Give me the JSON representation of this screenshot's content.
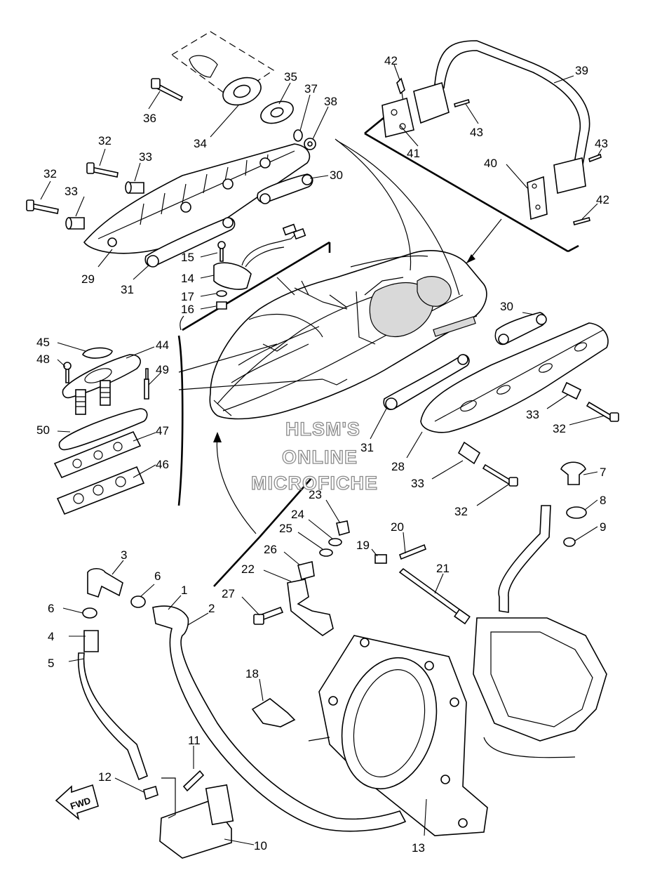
{
  "diagram": {
    "watermark": [
      "HLSM'S",
      "ONLINE",
      "MICROFICHE"
    ],
    "fwd_label": "FWD",
    "callouts": [
      "1",
      "2",
      "3",
      "4",
      "5",
      "6",
      "6",
      "7",
      "8",
      "9",
      "10",
      "11",
      "12",
      "13",
      "14",
      "15",
      "16",
      "17",
      "18",
      "19",
      "20",
      "21",
      "22",
      "23",
      "24",
      "25",
      "26",
      "27",
      "28",
      "29",
      "30",
      "30",
      "31",
      "31",
      "32",
      "32",
      "32",
      "32",
      "33",
      "33",
      "33",
      "33",
      "34",
      "35",
      "36",
      "37",
      "38",
      "39",
      "40",
      "41",
      "42",
      "42",
      "43",
      "43",
      "44",
      "45",
      "46",
      "47",
      "48",
      "49",
      "50"
    ]
  }
}
